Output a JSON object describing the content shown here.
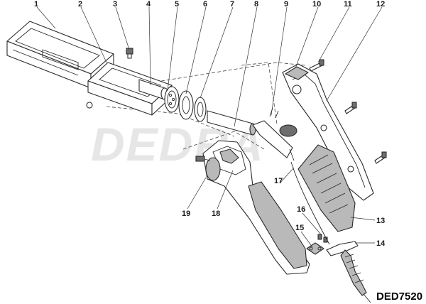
{
  "watermark": "DEDRA",
  "model_code": "DED7520",
  "callouts": [
    "1",
    "2",
    "3",
    "4",
    "5",
    "6",
    "7",
    "8",
    "9",
    "10",
    "11",
    "12",
    "13",
    "14",
    "15",
    "16",
    "17",
    "18",
    "19"
  ]
}
